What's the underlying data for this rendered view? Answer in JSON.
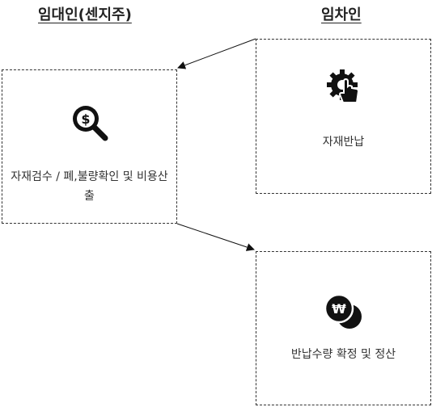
{
  "headers": {
    "lessor": "임대인(센지주)",
    "lessee": "임차인"
  },
  "boxes": {
    "lessor": {
      "label": "자재검수 / 폐,불량확인 및 비용산출",
      "icon": "search-dollar-icon"
    },
    "lessee": {
      "label": "자재반납",
      "icon": "gear-touch-icon"
    },
    "settle": {
      "label": "반납수량 확정 및 정산",
      "icon": "won-coins-icon"
    }
  },
  "connectors": [
    {
      "from": "lessee",
      "to": "lessor"
    },
    {
      "from": "lessor",
      "to": "settle"
    }
  ]
}
